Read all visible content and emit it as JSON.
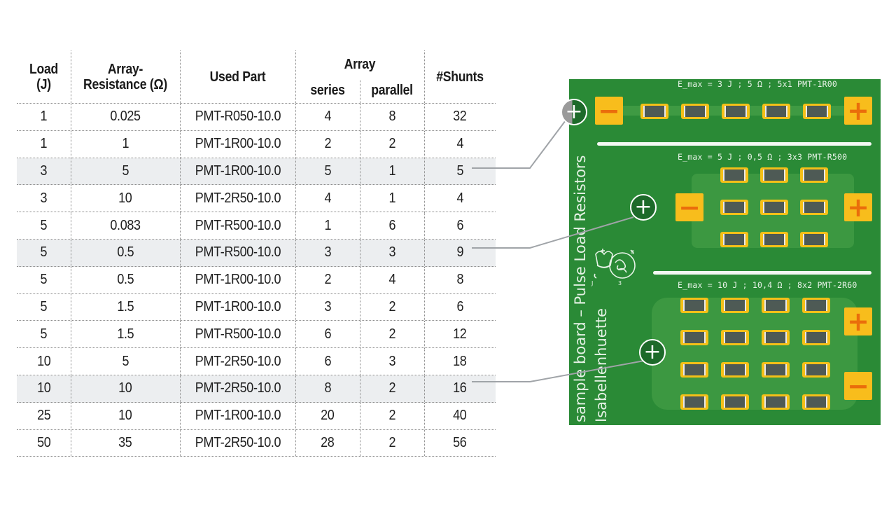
{
  "table": {
    "headers": {
      "load": "Load\n(J)",
      "resistance": "Array-\nResistance (Ω)",
      "used_part": "Used Part",
      "array_group": "Array",
      "series": "series",
      "parallel": "parallel",
      "shunts": "#Shunts"
    },
    "rows": [
      {
        "load": "1",
        "resistance": "0.025",
        "part": "PMT-R050-10.0",
        "series": "4",
        "parallel": "8",
        "shunts": "32",
        "highlighted": false
      },
      {
        "load": "1",
        "resistance": "1",
        "part": "PMT-1R00-10.0",
        "series": "2",
        "parallel": "2",
        "shunts": "4",
        "highlighted": false
      },
      {
        "load": "3",
        "resistance": "5",
        "part": "PMT-1R00-10.0",
        "series": "5",
        "parallel": "1",
        "shunts": "5",
        "highlighted": true
      },
      {
        "load": "3",
        "resistance": "10",
        "part": "PMT-2R50-10.0",
        "series": "4",
        "parallel": "1",
        "shunts": "4",
        "highlighted": false
      },
      {
        "load": "5",
        "resistance": "0.083",
        "part": "PMT-R500-10.0",
        "series": "1",
        "parallel": "6",
        "shunts": "6",
        "highlighted": false
      },
      {
        "load": "5",
        "resistance": "0.5",
        "part": "PMT-R500-10.0",
        "series": "3",
        "parallel": "3",
        "shunts": "9",
        "highlighted": true
      },
      {
        "load": "5",
        "resistance": "0.5",
        "part": "PMT-1R00-10.0",
        "series": "2",
        "parallel": "4",
        "shunts": "8",
        "highlighted": false
      },
      {
        "load": "5",
        "resistance": "1.5",
        "part": "PMT-1R00-10.0",
        "series": "3",
        "parallel": "2",
        "shunts": "6",
        "highlighted": false
      },
      {
        "load": "5",
        "resistance": "1.5",
        "part": "PMT-R500-10.0",
        "series": "6",
        "parallel": "2",
        "shunts": "12",
        "highlighted": false
      },
      {
        "load": "10",
        "resistance": "5",
        "part": "PMT-2R50-10.0",
        "series": "6",
        "parallel": "3",
        "shunts": "18",
        "highlighted": false
      },
      {
        "load": "10",
        "resistance": "10",
        "part": "PMT-2R50-10.0",
        "series": "8",
        "parallel": "2",
        "shunts": "16",
        "highlighted": true
      },
      {
        "load": "25",
        "resistance": "10",
        "part": "PMT-1R00-10.0",
        "series": "20",
        "parallel": "2",
        "shunts": "40",
        "highlighted": false
      },
      {
        "load": "50",
        "resistance": "35",
        "part": "PMT-2R50-10.0",
        "series": "28",
        "parallel": "2",
        "shunts": "56",
        "highlighted": false
      }
    ]
  },
  "board": {
    "side_title": "sample board – Pulse Load Resistors",
    "brand": "Isabellenhuette",
    "sections": [
      {
        "label": "E_max = 3 J ; 5 Ω ; 5x1 PMT-1R00",
        "layout": "5x1",
        "minus": "−",
        "plus": "+"
      },
      {
        "label": "E_max = 5 J ; 0,5 Ω ; 3x3 PMT-R500",
        "layout": "3x3",
        "minus": "−",
        "plus": "+"
      },
      {
        "label": "E_max = 10 J ; 10,4 Ω ; 8x2 PMT-2R60",
        "layout": "8x2",
        "minus": "−",
        "plus": "+"
      }
    ],
    "callout_symbol": "+",
    "colors": {
      "board_green": "#2a8a36",
      "pad_yellow": "#f8bd1c",
      "pad_symbol_orange": "#ea6d0b",
      "highlight_row": "#eceef0",
      "connector_grey": "#a0a4a8"
    }
  }
}
